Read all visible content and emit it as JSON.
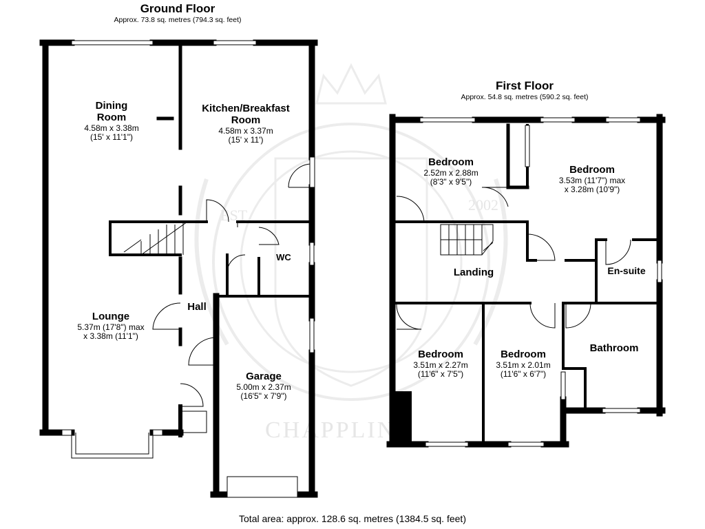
{
  "ground_floor": {
    "title": "Ground Floor",
    "area": "Approx. 73.8 sq. metres (794.3 sq. feet)",
    "rooms": {
      "dining": {
        "name": "Dining Room",
        "dim1": "4.58m x 3.38m",
        "dim2": "(15' x 11'1\")"
      },
      "kitchen": {
        "name": "Kitchen/Breakfast Room",
        "dim1": "4.58m x 3.37m",
        "dim2": "(15' x 11')"
      },
      "lounge": {
        "name": "Lounge",
        "dim1": "5.37m (17'8\") max",
        "dim2": "x 3.38m (11'1\")"
      },
      "hall": {
        "name": "Hall"
      },
      "wc": {
        "name": "WC"
      },
      "garage": {
        "name": "Garage",
        "dim1": "5.00m x 2.37m",
        "dim2": "(16'5\" x 7'9\")"
      }
    }
  },
  "first_floor": {
    "title": "First Floor",
    "area": "Approx. 54.8 sq. metres (590.2 sq. feet)",
    "rooms": {
      "bedroom_a": {
        "name": "Bedroom",
        "dim1": "2.52m x 2.88m",
        "dim2": "(8'3\" x 9'5\")"
      },
      "bedroom_b": {
        "name": "Bedroom",
        "dim1": "3.53m (11'7\") max",
        "dim2": "x 3.28m (10'9\")"
      },
      "landing": {
        "name": "Landing"
      },
      "ensuite": {
        "name": "En-suite"
      },
      "bedroom_c": {
        "name": "Bedroom",
        "dim1": "3.51m x 2.27m",
        "dim2": "(11'6\" x 7'5\")"
      },
      "bedroom_d": {
        "name": "Bedroom",
        "dim1": "3.51m x 2.01m",
        "dim2": "(11'6\" x 6'7\")"
      },
      "bathroom": {
        "name": "Bathroom"
      }
    }
  },
  "total_area": "Total area: approx. 128.6 sq. metres (1384.5 sq. feet)",
  "watermark": {
    "text": "CHAPPLINS",
    "est": "EST",
    "year": "2002"
  },
  "colors": {
    "wall": "#000000",
    "watermark": "#e6e6e6",
    "background": "#ffffff"
  }
}
